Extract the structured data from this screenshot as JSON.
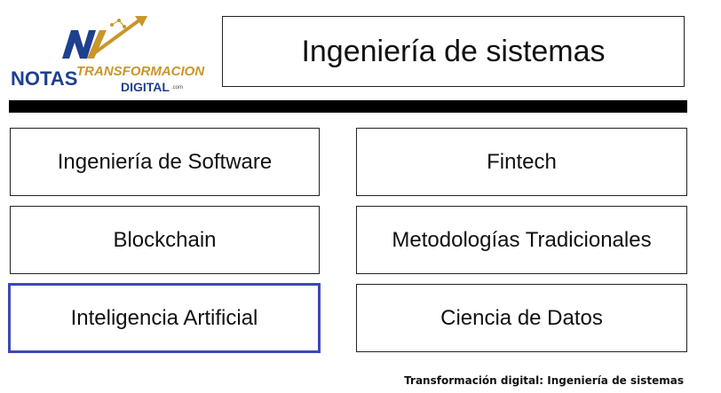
{
  "logo": {
    "line1": "NOTAS",
    "line2": "TRANSFORMACION",
    "line3": "DIGITAL",
    "suffix": ".com",
    "colors": {
      "blue": "#1f3f8f",
      "gold": "#c9962a"
    }
  },
  "header": {
    "title": "Ingeniería de sistemas"
  },
  "tiles": [
    {
      "label": "Ingeniería de Software",
      "selected": false
    },
    {
      "label": "Fintech",
      "selected": false
    },
    {
      "label": "Blockchain",
      "selected": false
    },
    {
      "label": "Metodologías Tradicionales",
      "selected": false
    },
    {
      "label": "Inteligencia Artificial",
      "selected": true
    },
    {
      "label": "Ciencia de Datos",
      "selected": false
    }
  ],
  "footer": {
    "caption": "Transformación digital: Ingeniería de sistemas"
  },
  "colors": {
    "selected_border": "#3b48b8",
    "divider": "#000000"
  }
}
